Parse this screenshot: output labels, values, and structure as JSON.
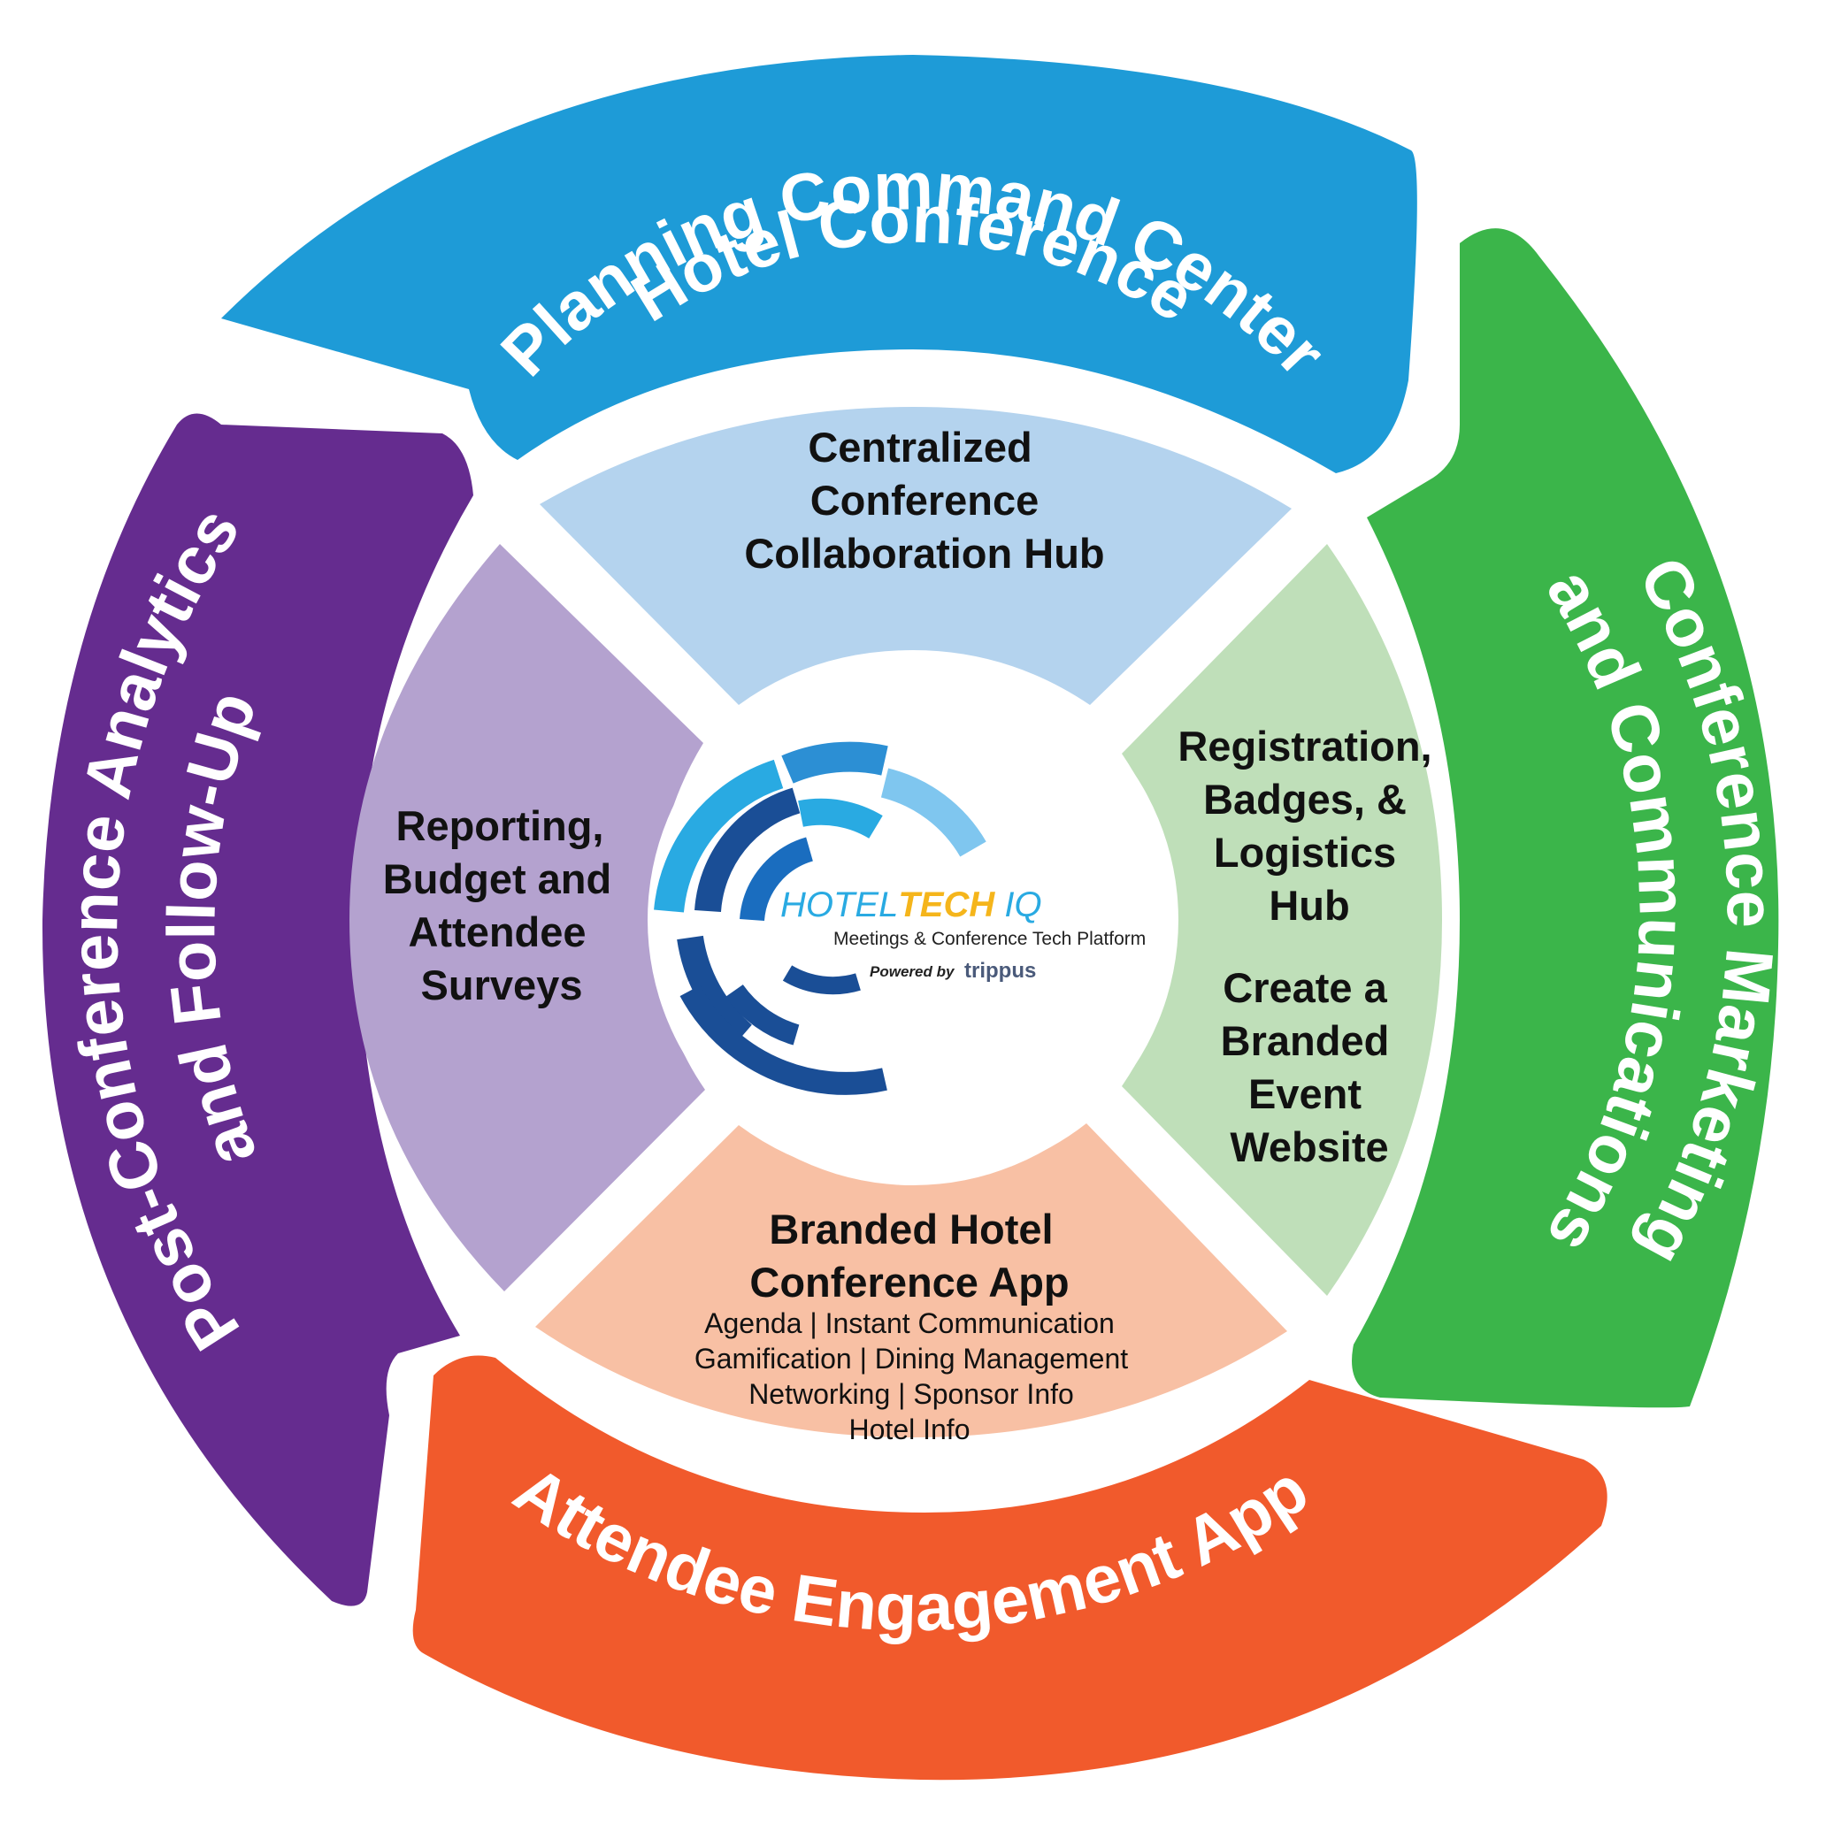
{
  "colors": {
    "top_outer": "#1e9bd7",
    "right_outer": "#3bb54a",
    "bottom_outer": "#f15a2c",
    "left_outer": "#652c8f",
    "top_inner": "#b4d3ee",
    "right_inner": "#bfdfb9",
    "bottom_inner": "#f8c0a4",
    "left_inner": "#b4a2cf",
    "logo_blue": "#29aae2",
    "logo_dark": "#1a4e96",
    "logo_yellow": "#f5b51b"
  },
  "outer": {
    "top": {
      "line1": "Hotel Conference",
      "line2": "Planning Command Center"
    },
    "right": {
      "line1": "Conference Marketing",
      "line2": "and Communications"
    },
    "bottom": {
      "line1": "Attendee Engagement App"
    },
    "left": {
      "line1": "Post-Conference Analytics",
      "line2": "and Follow-Up"
    }
  },
  "inner": {
    "top": {
      "lines": [
        "Centralized",
        "Conference",
        "Collaboration Hub"
      ]
    },
    "right": {
      "lines": [
        "Registration,",
        "Badges, &",
        "Logistics",
        "Hub"
      ],
      "lines2": [
        "Create a",
        "Branded",
        "Event",
        "Website"
      ]
    },
    "bottom": {
      "heading": [
        "Branded Hotel",
        "Conference App"
      ],
      "details": [
        "Agenda | Instant Communication",
        "Gamification | Dining Management",
        "Networking | Sponsor Info",
        "Hotel Info"
      ]
    },
    "left": {
      "lines": [
        "Reporting,",
        "Budget and",
        "Attendee",
        "Surveys"
      ]
    }
  },
  "logo": {
    "brand_part1": "HOTEL",
    "brand_part2": "TECH",
    "brand_part3": " IQ",
    "tagline": "Meetings & Conference Tech Platform",
    "powered_by": "Powered by",
    "powered_brand": "trippus"
  }
}
